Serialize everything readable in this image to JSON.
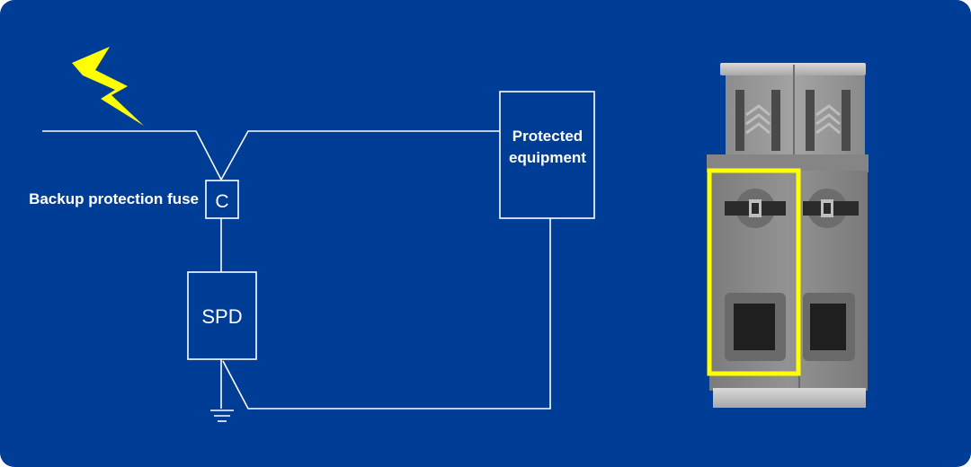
{
  "diagram": {
    "fuse_label": "Backup protection fuse",
    "fuse_symbol": "C",
    "spd_label": "SPD",
    "equipment_label_line1": "Protected",
    "equipment_label_line2": "equipment"
  },
  "colors": {
    "background": "#003d96",
    "line": "#ffffff",
    "lightning": "#ffff00",
    "highlight": "#ffff00",
    "device_body": "#8a8a8a"
  },
  "icons": {
    "lightning": "lightning-bolt-icon",
    "ground": "ground-symbol-icon"
  }
}
